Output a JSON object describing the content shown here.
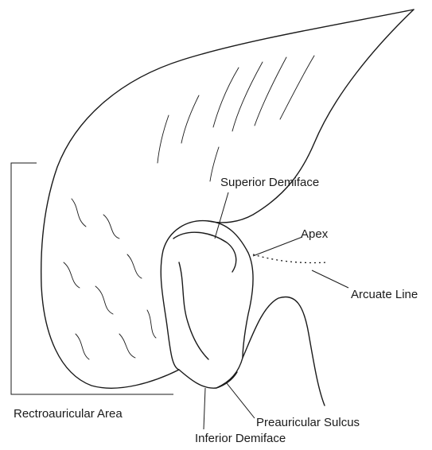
{
  "labels": {
    "superior_demiface": "Superior Demiface",
    "apex": "Apex",
    "arcuate_line": "Arcuate Line",
    "retroauricular_area": "Rectroauricular Area",
    "preauricular_sulcus": "Preauricular Sulcus",
    "inferior_demiface": "Inferior Demiface"
  }
}
